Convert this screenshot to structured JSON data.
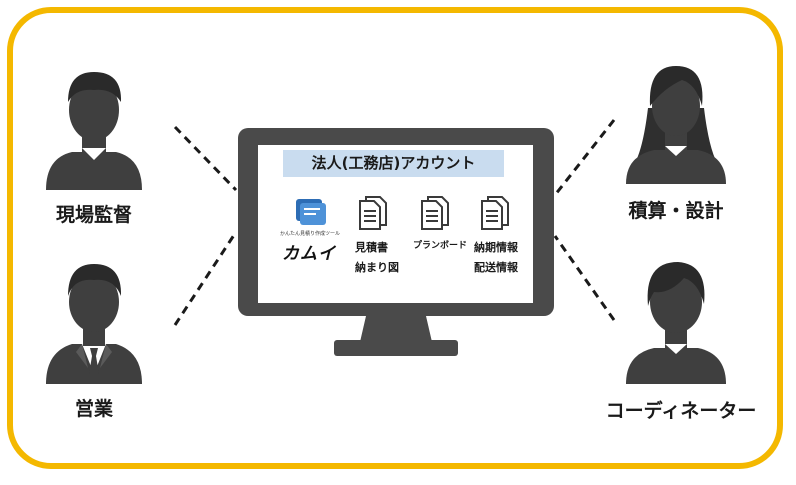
{
  "colors": {
    "frame": "#f4b800",
    "monitor": "#4a4a4a",
    "person": "#3f3f3f",
    "account_bar": "#c9dcef"
  },
  "roles": {
    "site_supervisor": "現場監督",
    "sales": "営業",
    "estimation_design": "積算・設計",
    "coordinator": "コーディネーター"
  },
  "monitor": {
    "account_title": "法人(工務店)アカウント",
    "logo": {
      "tagline": "かんたん見積り作成ツール",
      "wordmark": "カムイ",
      "icon": "kamui-logo-icon"
    },
    "documents": [
      {
        "icon": "document-icon",
        "lines": [
          "見積書",
          "納まり図"
        ]
      },
      {
        "icon": "document-icon",
        "lines": [
          "プランボード"
        ]
      },
      {
        "icon": "document-icon",
        "lines": [
          "納期情報",
          "配送情報"
        ]
      }
    ]
  }
}
